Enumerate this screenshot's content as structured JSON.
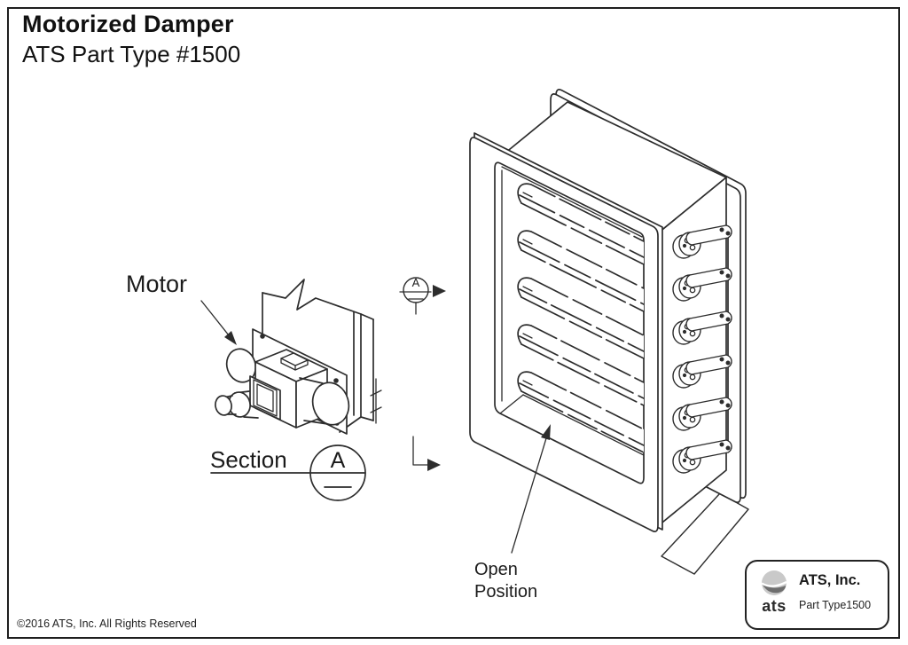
{
  "page": {
    "title": "Motorized Damper",
    "subtitle": "ATS Part Type #1500",
    "copyright": "©2016 ATS, Inc. All Rights Reserved"
  },
  "labels": {
    "motor": "Motor",
    "section": "Section",
    "section_detail_letter": "A",
    "cut_plane_letter": "A",
    "open_position_line1": "Open",
    "open_position_line2": "Position"
  },
  "logo_box": {
    "company": "ATS, Inc.",
    "part_type": "Part Type1500",
    "logo_text": "ats"
  },
  "colors": {
    "line": "#2d2d2d",
    "background": "#ffffff",
    "logo_light": "#c9c9c9",
    "logo_dark": "#6e6e6e"
  }
}
